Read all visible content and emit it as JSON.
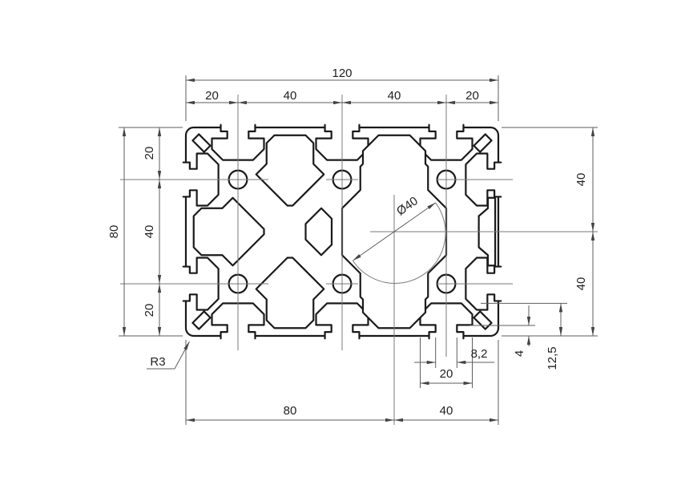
{
  "dims": {
    "top_overall": "120",
    "top_segments": [
      "20",
      "40",
      "40",
      "20"
    ],
    "left_overall": "80",
    "left_segments": [
      "20",
      "40",
      "20"
    ],
    "right_segments": [
      "40",
      "40"
    ],
    "bottom_segments": [
      "80",
      "40"
    ],
    "slot_opening": "8,2",
    "slot_width": "20",
    "slot_lip": "4",
    "slot_depth": "12,5",
    "bore_diameter": "Ø40",
    "corner_radius": "R3"
  },
  "colors": {
    "outline": "#1a1a1a",
    "dimension_line": "#5e5e5e",
    "centerline": "#7a7a7a",
    "text": "#1f1f1f",
    "background": "#ffffff"
  }
}
